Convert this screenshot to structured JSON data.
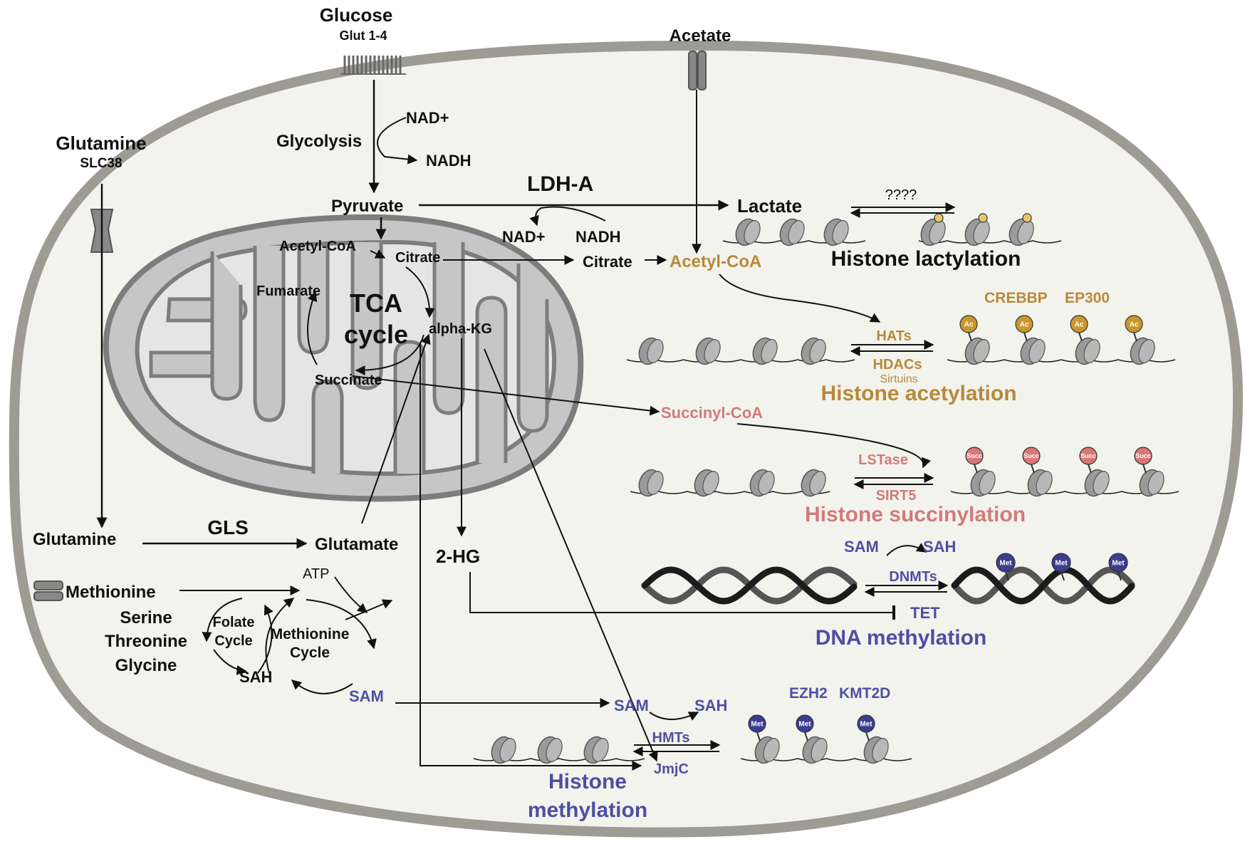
{
  "colors": {
    "cell_fill": "#f3f3ed",
    "cell_border": "#9d9b92",
    "mito_fill": "#c8c8c8",
    "mito_stroke": "#7d7d7d",
    "black": "#111111",
    "acetyl": "#b8893a",
    "succinyl": "#d27a7a",
    "methyl": "#4d4fa3",
    "met_ball": "#3b3d8f",
    "succ_ball": "#d97777",
    "ac_ball": "#c9972e"
  },
  "inputs": {
    "glucose": "Glucose",
    "glut": "Glut 1-4",
    "acetate": "Acetate",
    "glutamine_top": "Glutamine",
    "slc38": "SLC38"
  },
  "glycolysis": {
    "label": "Glycolysis",
    "nad_plus": "NAD+",
    "nadh": "NADH",
    "pyruvate": "Pyruvate",
    "ldha": "LDH-A",
    "lactate": "Lactate",
    "ldh_nad_plus": "NAD+",
    "ldh_nadh": "NADH"
  },
  "tca": {
    "acetyl_coa": "Acetyl-CoA",
    "citrate": "Citrate",
    "fumarate": "Fumarate",
    "title_1": "TCA",
    "title_2": "cycle",
    "alpha_kg": "alpha-KG",
    "succinate": "Succinate"
  },
  "cytosol": {
    "citrate": "Citrate",
    "acetyl_coa": "Acetyl-CoA",
    "succinyl_coa": "Succinyl-CoA",
    "two_hg": "2-HG"
  },
  "glutamine_path": {
    "glutamine": "Glutamine",
    "gls": "GLS",
    "glutamate": "Glutamate"
  },
  "one_carbon": {
    "methionine": "Methionine",
    "serine": "Serine",
    "threonine": "Threonine",
    "glycine": "Glycine",
    "atp": "ATP",
    "folate_1": "Folate",
    "folate_2": "Cycle",
    "methionine_cycle_1": "Methionine",
    "methionine_cycle_2": "Cycle",
    "sah": "SAH",
    "sam": "SAM"
  },
  "lactylation": {
    "unknown": "????",
    "title": "Histone lactylation"
  },
  "acetylation": {
    "crebbp": "CREBBP",
    "ep300": "EP300",
    "hats": "HATs",
    "hdacs": "HDACs",
    "sirtuins": "Sirtuins",
    "title": "Histone acetylation",
    "mark": "Ac"
  },
  "succinylation": {
    "lstase": "LSTase",
    "sirt5": "SIRT5",
    "title": "Histone succinylation",
    "mark": "Succ"
  },
  "dna_methylation": {
    "sam": "SAM",
    "sah": "SAH",
    "dnmts": "DNMTs",
    "tet": "TET",
    "title": "DNA methylation",
    "mark": "Met"
  },
  "histone_methylation": {
    "sam": "SAM",
    "sah": "SAH",
    "ezh2": "EZH2",
    "kmt2d": "KMT2D",
    "hmts": "HMTs",
    "jmjc": "JmjC",
    "title_1": "Histone",
    "title_2": "methylation",
    "mark": "Met"
  }
}
